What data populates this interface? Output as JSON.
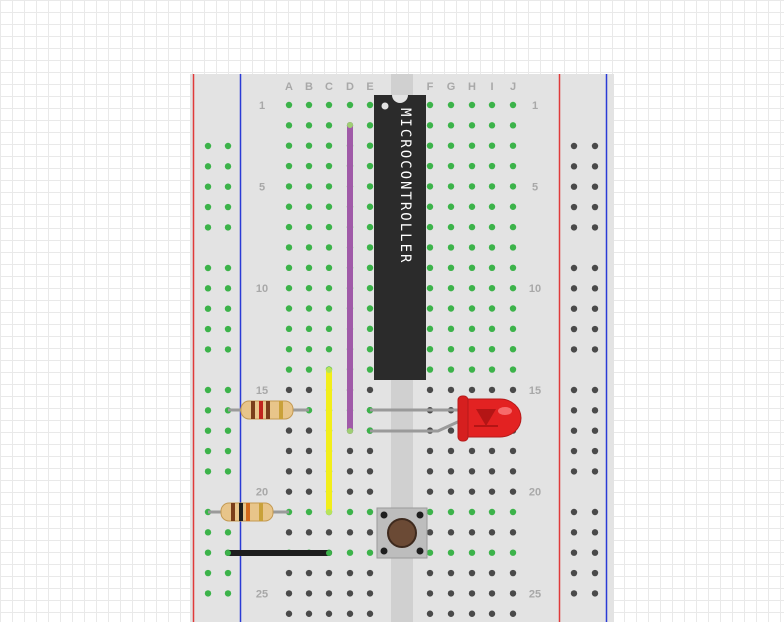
{
  "columns_left": [
    "A",
    "B",
    "C",
    "D",
    "E"
  ],
  "columns_right": [
    "F",
    "G",
    "H",
    "I",
    "J"
  ],
  "row_markers": [
    "1",
    "5",
    "10",
    "15",
    "20",
    "25"
  ],
  "chip_label": "MICROCONTROLLER",
  "colors": {
    "board": "#e3e3e3",
    "hole": "#4a4a4a",
    "hole_active": "#3cb34a",
    "rail_red": "#e03a3a",
    "rail_blue": "#2a3bd6",
    "chip": "#2b2b2b",
    "wire_purple": "#a05aa8",
    "wire_yellow": "#f2ee1a",
    "wire_black": "#1e1e1e",
    "led": "#e32222",
    "lead": "#9a9a9a"
  },
  "components": {
    "led": "red-led",
    "button": "push-button",
    "resistors": [
      "resistor-1",
      "resistor-2"
    ],
    "wires": [
      "purple-wire",
      "yellow-wire",
      "black-wire"
    ]
  }
}
